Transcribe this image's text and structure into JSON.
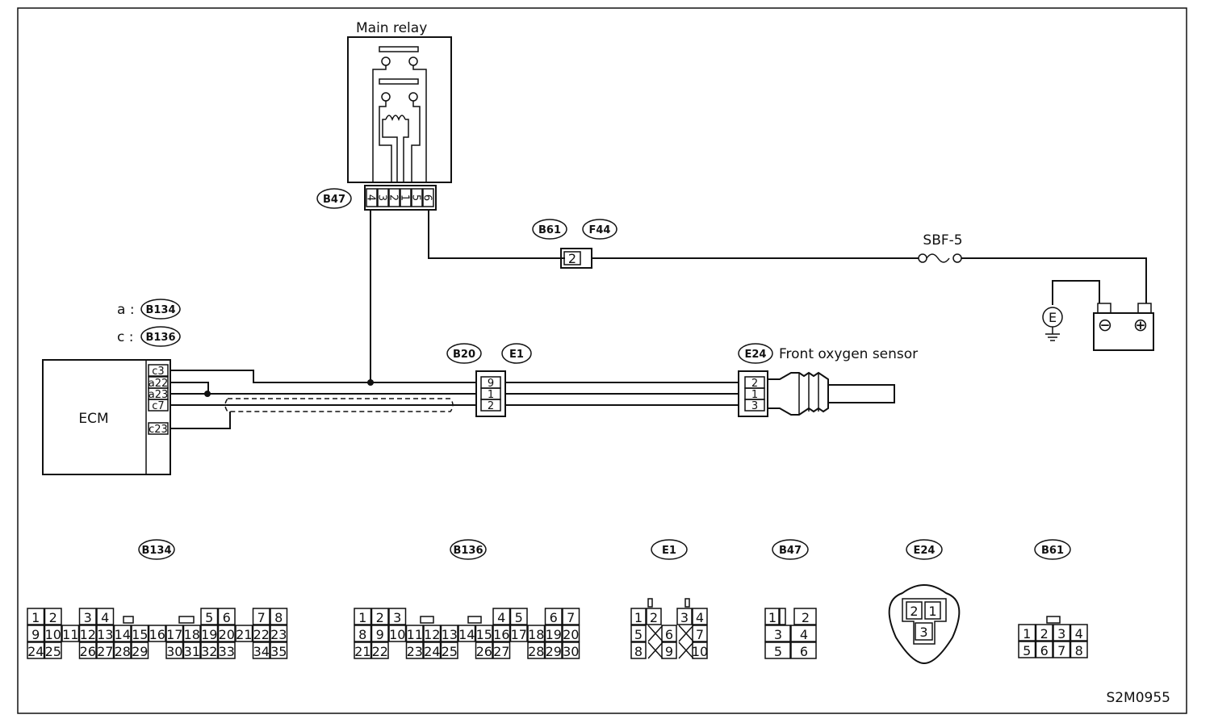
{
  "diagram": {
    "main_relay": "Main relay",
    "relay_connector": "B47",
    "relay_pins": [
      "4",
      "3",
      "2",
      "1",
      "5",
      "6"
    ],
    "fuse": "SBF-5",
    "battery_neg": "⊖",
    "battery_pos": "⊕",
    "ground": "E",
    "junction_tags": [
      "B61",
      "F44"
    ],
    "junction_pin": "2",
    "ecm_label": "ECM",
    "ecm_prefix_a": "a :",
    "ecm_prefix_c": "c :",
    "ecm_conn_a": "B134",
    "ecm_conn_c": "B136",
    "ecm_pins": [
      "c3",
      "a22",
      "a23",
      "c7",
      "c23"
    ],
    "mid_tags": [
      "B20",
      "E1"
    ],
    "mid_pins": [
      "9",
      "1",
      "2"
    ],
    "sensor_tag": "E24",
    "sensor_label": "Front oxygen sensor",
    "sensor_pins": [
      "2",
      "1",
      "3"
    ],
    "figure_code": "S2M0955"
  },
  "connectors": [
    {
      "tag": "B134",
      "rows": [
        [
          "1",
          "2",
          "",
          "3",
          "4",
          "",
          "",
          "",
          "",
          "",
          "5",
          "6",
          "",
          "7",
          "8"
        ],
        [
          "9",
          "10",
          "11",
          "12",
          "13",
          "14",
          "15",
          "16",
          "17",
          "18",
          "19",
          "20",
          "21",
          "22",
          "23"
        ],
        [
          "24",
          "25",
          "",
          "26",
          "27",
          "28",
          "29",
          "",
          "30",
          "31",
          "32",
          "33",
          "",
          "34",
          "35"
        ]
      ]
    },
    {
      "tag": "B136",
      "rows": [
        [
          "1",
          "2",
          "3",
          "",
          "",
          "",
          "",
          "",
          "4",
          "5",
          "",
          "6",
          "7"
        ],
        [
          "8",
          "9",
          "10",
          "11",
          "12",
          "13",
          "14",
          "15",
          "16",
          "17",
          "18",
          "19",
          "20"
        ],
        [
          "21",
          "22",
          "",
          "23",
          "24",
          "25",
          "",
          "26",
          "27",
          "",
          "28",
          "29",
          "30"
        ]
      ]
    },
    {
      "tag": "E1",
      "rows": [
        [
          "1",
          "2",
          "",
          "3",
          "4"
        ],
        [
          "5",
          "",
          "6",
          "",
          "7"
        ],
        [
          "8",
          "",
          "9",
          "",
          "10"
        ]
      ]
    },
    {
      "tag": "B47",
      "rows": [
        [
          "1",
          "",
          "2"
        ],
        [
          "3",
          "4"
        ],
        [
          "5",
          "6"
        ]
      ]
    },
    {
      "tag": "E24",
      "rows": [
        [
          "2",
          "1"
        ],
        [
          "3"
        ]
      ]
    },
    {
      "tag": "B61",
      "rows": [
        [
          "1",
          "2",
          "3",
          "4"
        ],
        [
          "5",
          "6",
          "7",
          "8"
        ]
      ]
    }
  ]
}
